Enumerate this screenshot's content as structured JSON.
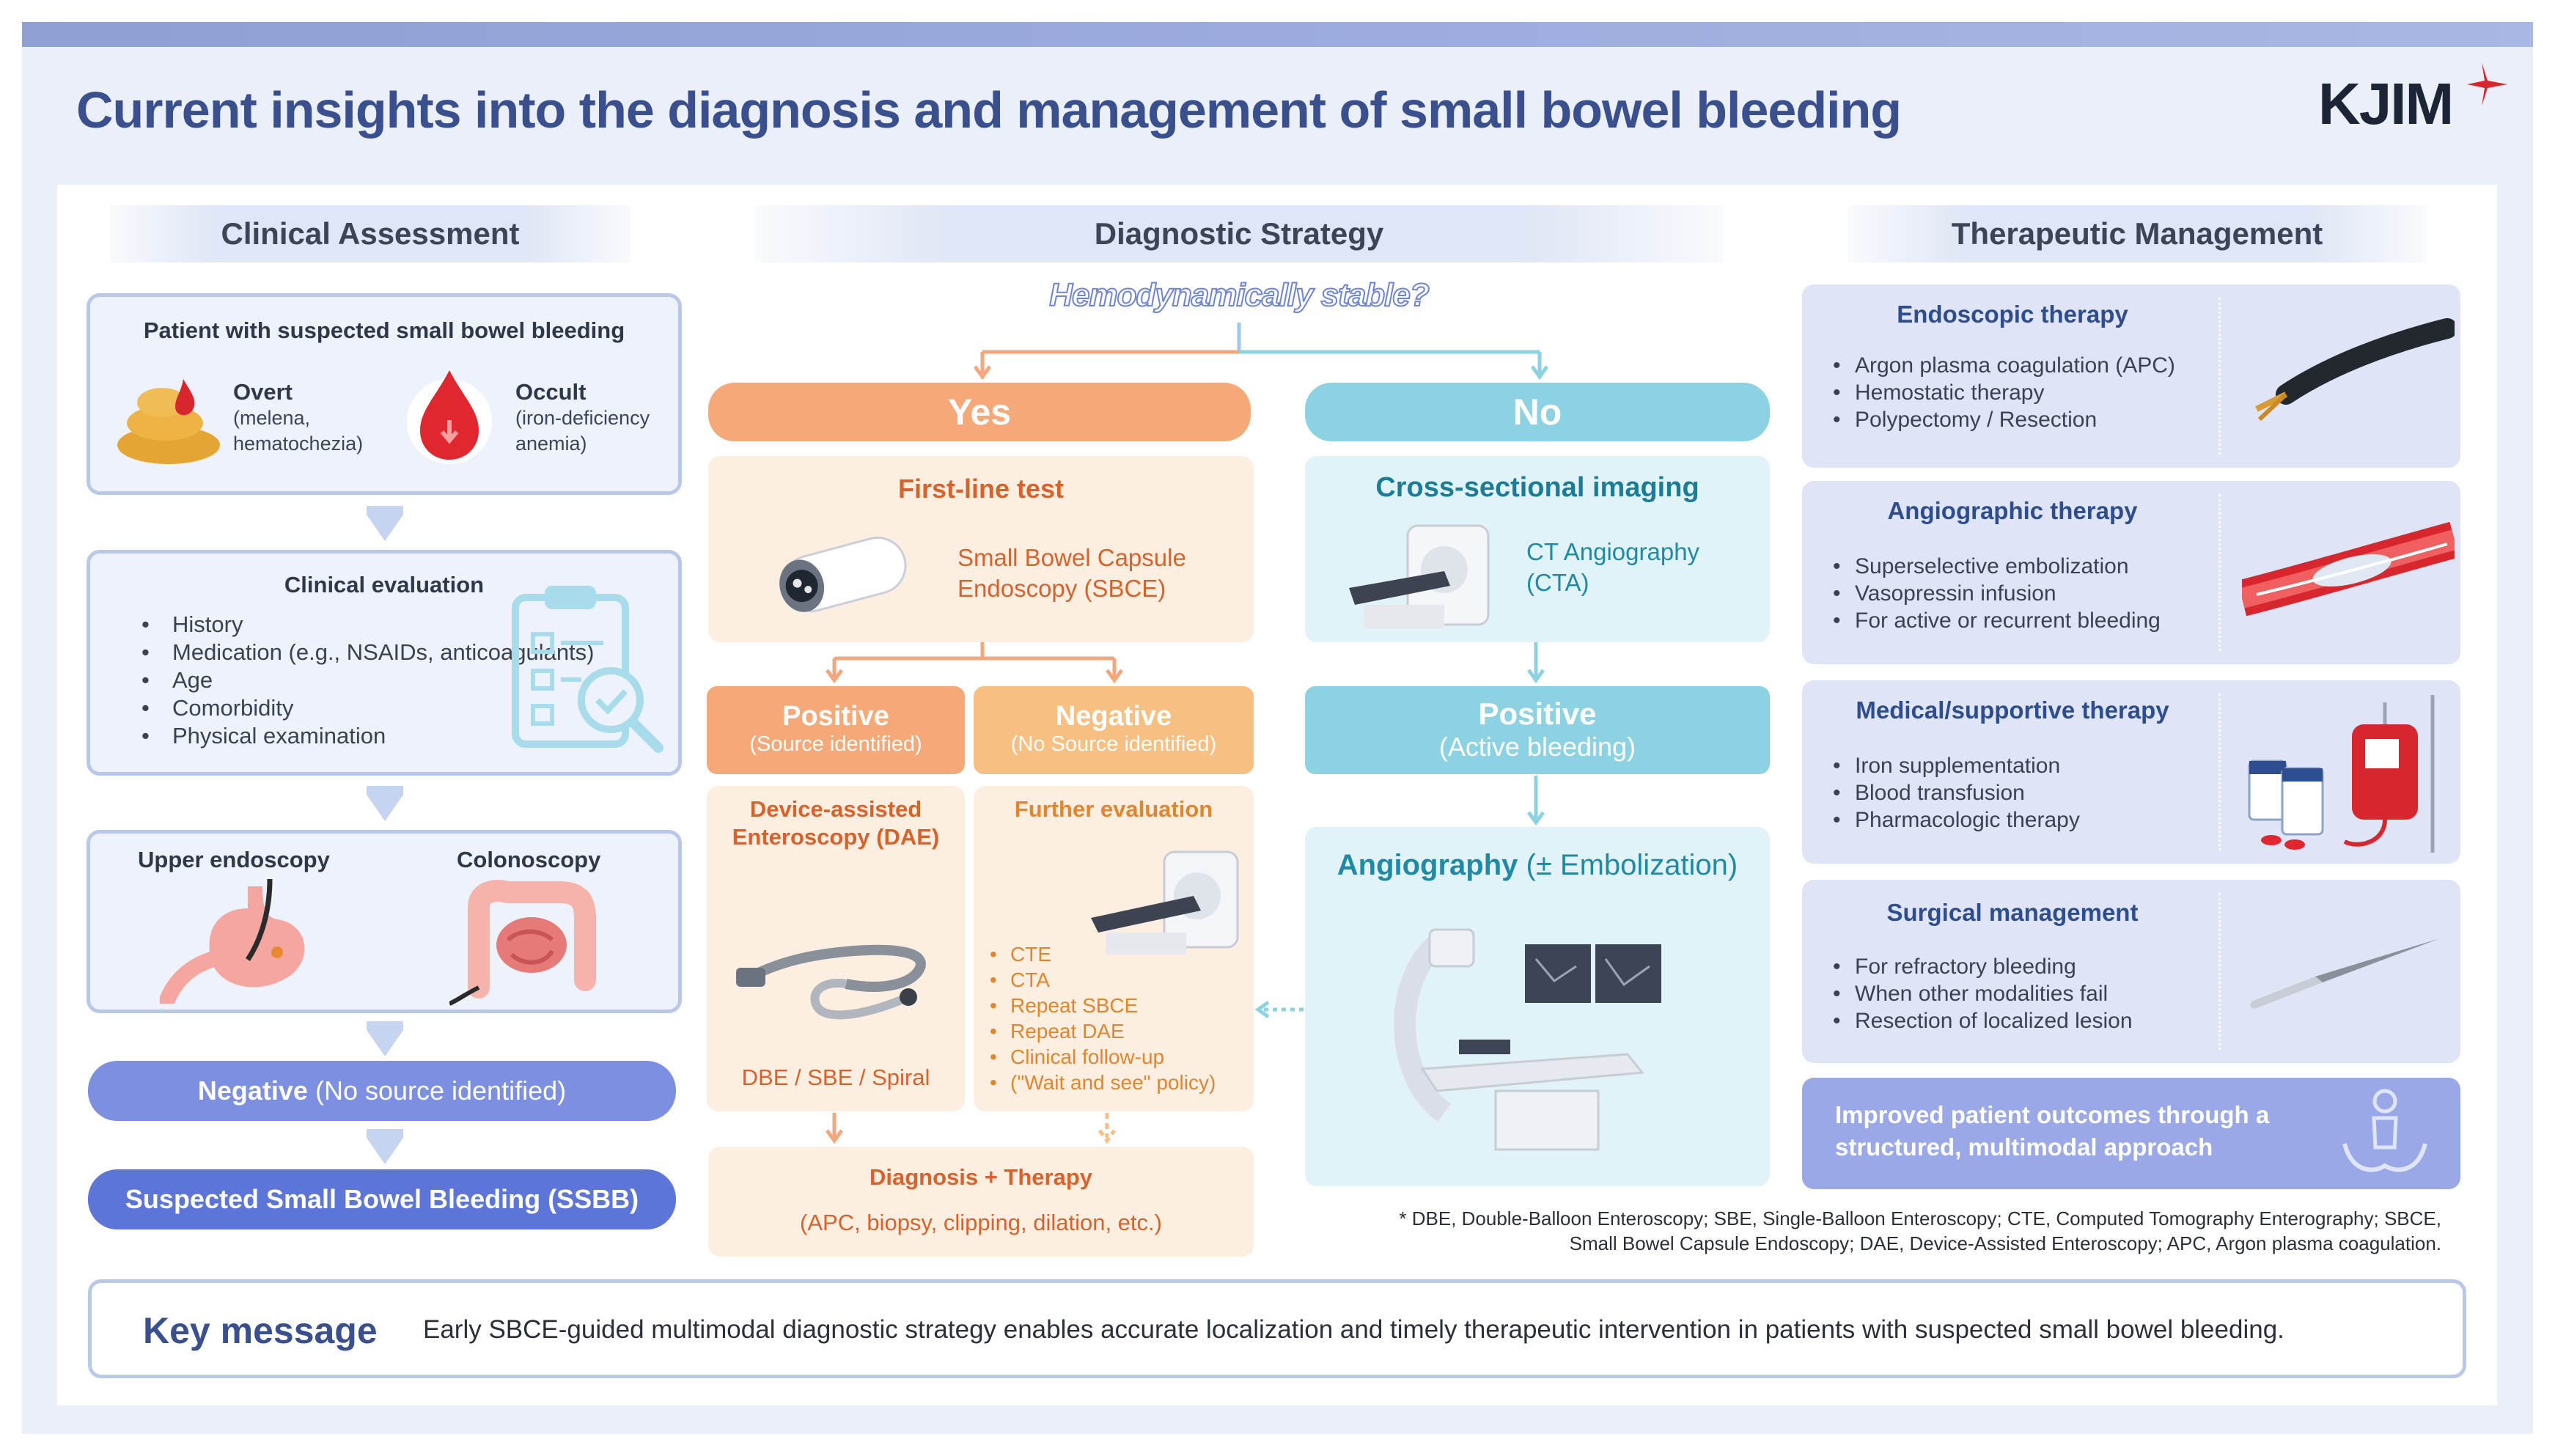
{
  "header": {
    "title": "Current insights into the diagnosis and management of small bowel bleeding",
    "logo": "KJIM"
  },
  "columns": {
    "clinical": "Clinical Assessment",
    "diagnostic": "Diagnostic Strategy",
    "therapeutic": "Therapeutic Management"
  },
  "clinical": {
    "patient": {
      "title": "Patient with suspected small bowel bleeding",
      "overt_label": "Overt",
      "overt_detail_1": "(melena,",
      "overt_detail_2": "hematochezia)",
      "occult_label": "Occult",
      "occult_detail_1": "(iron-deficiency",
      "occult_detail_2": "anemia)"
    },
    "evaluation": {
      "title": "Clinical evaluation",
      "items": [
        "History",
        "Medication (e.g., NSAIDs, anticoagulants)",
        "Age",
        "Comorbidity",
        "Physical examination"
      ]
    },
    "scopes": {
      "upper": "Upper endoscopy",
      "colon": "Colonoscopy"
    },
    "negative": {
      "bold": "Negative",
      "rest": " (No source identified)"
    },
    "ssbb": "Suspected Small Bowel Bleeding (SSBB)"
  },
  "diagnostic": {
    "question": "Hemodynamically stable?",
    "yes": "Yes",
    "no": "No",
    "first_line": {
      "title": "First-line test",
      "line1": "Small Bowel Capsule",
      "line2": "Endoscopy (SBCE)"
    },
    "positive_src": {
      "title": "Positive",
      "sub": "(Source identified)"
    },
    "negative_src": {
      "title": "Negative",
      "sub": "(No Source identified)"
    },
    "dae": {
      "title1": "Device-assisted",
      "title2": "Enteroscopy (DAE)",
      "caption": "DBE / SBE / Spiral"
    },
    "further": {
      "title": "Further evaluation",
      "items": [
        "CTE",
        "CTA",
        "Repeat SBCE",
        "Repeat DAE",
        "Clinical follow-up",
        "(\"Wait and see\" policy)"
      ]
    },
    "diag_therapy": {
      "title": "Diagnosis + Therapy",
      "sub": "(APC, biopsy, clipping, dilation, etc.)"
    },
    "cross": {
      "title": "Cross-sectional imaging",
      "line1": "CT Angiography",
      "line2": "(CTA)"
    },
    "positive_active": {
      "title": "Positive",
      "sub": "(Active bleeding)"
    },
    "angio": {
      "bold": "Angiography",
      "rest": " (± Embolization)"
    }
  },
  "therapeutic": {
    "cards": [
      {
        "title": "Endoscopic therapy",
        "items": [
          "Argon plasma coagulation (APC)",
          "Hemostatic therapy",
          "Polypectomy / Resection"
        ]
      },
      {
        "title": "Angiographic therapy",
        "items": [
          "Superselective embolization",
          "Vasopressin infusion",
          "For active or recurrent bleeding"
        ]
      },
      {
        "title": "Medical/supportive therapy",
        "items": [
          "Iron supplementation",
          "Blood transfusion",
          "Pharmacologic therapy"
        ]
      },
      {
        "title": "Surgical management",
        "items": [
          "For refractory bleeding",
          "When other modalities fail",
          "Resection of localized lesion"
        ]
      }
    ],
    "outcome_line1": "Improved patient outcomes through a",
    "outcome_line2": "structured, multimodal approach"
  },
  "footnote": {
    "line1": "* DBE, Double-Balloon Enteroscopy; SBE, Single-Balloon Enteroscopy; CTE, Computed Tomography Enterography; SBCE,",
    "line2": "Small Bowel Capsule Endoscopy; DAE, Device-Assisted Enteroscopy; APC, Argon plasma coagulation."
  },
  "key_message": {
    "label": "Key message",
    "text": "Early SBCE-guided multimodal diagnostic strategy enables accurate localization and timely therapeutic intervention in patients with suspected small bowel bleeding."
  },
  "colors": {
    "title": "#3a4f8e",
    "orange": "#f5a878",
    "blue": "#8dd2e2",
    "purple": "#7d8fe0",
    "card": "#dfe5f6"
  }
}
